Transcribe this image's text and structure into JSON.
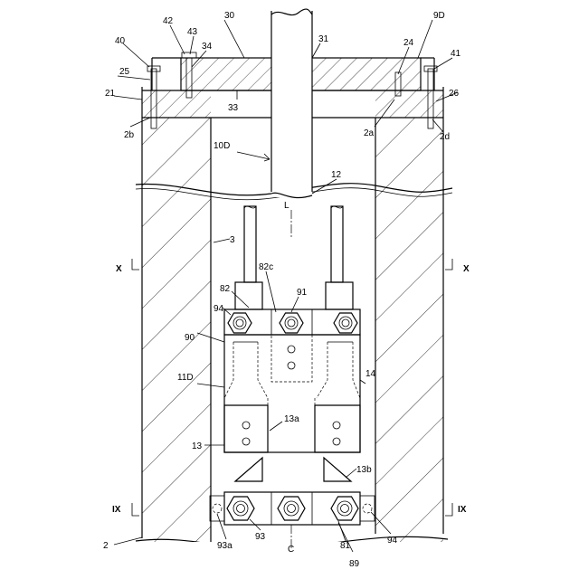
{
  "labels": {
    "n2": "2",
    "n2a": "2a",
    "n2b": "2b",
    "n2d": "2d",
    "n3": "3",
    "n10D": "10D",
    "n11D": "11D",
    "n12": "12",
    "n13": "13",
    "n13a": "13a",
    "n13b": "13b",
    "n14": "14",
    "n21": "21",
    "n24": "24",
    "n25": "25",
    "n26": "26",
    "n30": "30",
    "n31": "31",
    "n33": "33",
    "n34": "34",
    "n40": "40",
    "n41": "41",
    "n42": "42",
    "n43": "43",
    "n81": "81",
    "n82": "82",
    "n82c": "82c",
    "n89": "89",
    "n9D": "9D",
    "n90": "90",
    "n91": "91",
    "n93": "93",
    "n93a": "93a",
    "n94a": "94",
    "n94b": "94",
    "L": "L",
    "C": "C"
  },
  "sections": {
    "X_left": "X",
    "X_right": "X",
    "IX_left": "IX",
    "IX_right": "IX"
  }
}
